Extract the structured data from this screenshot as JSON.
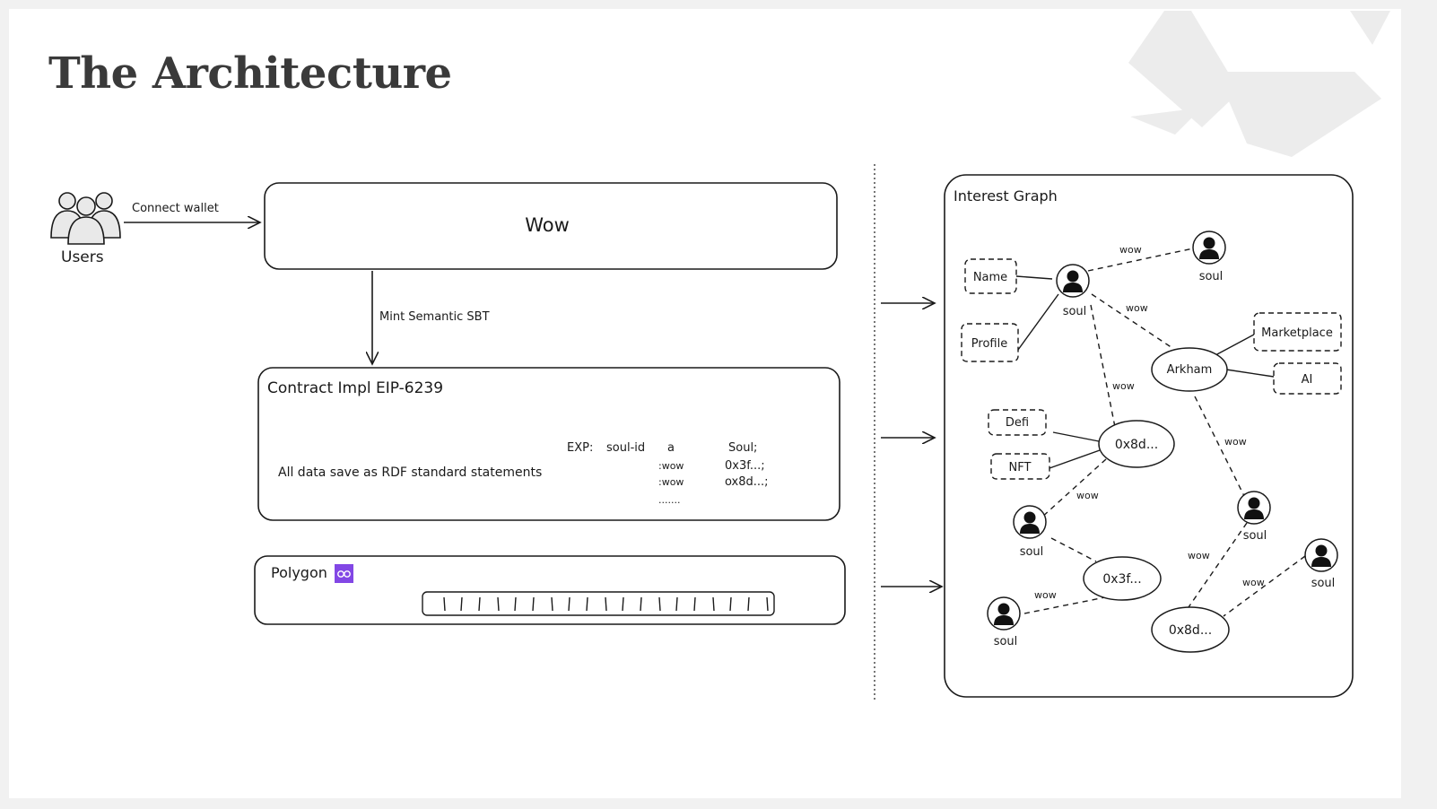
{
  "slide": {
    "title": "The Architecture"
  },
  "users": {
    "label": "Users"
  },
  "connect_wallet": "Connect wallet",
  "wow_box": {
    "label": "Wow"
  },
  "mint_label": "Mint Semantic SBT",
  "contract": {
    "title": "Contract Impl EIP-6239",
    "statement": "All data save as RDF standard statements",
    "exp": {
      "prefix": "EXP:",
      "rows": [
        [
          "soul-id",
          "a",
          "Soul;"
        ],
        [
          "",
          ":wow",
          "0x3f...;"
        ],
        [
          "",
          ":wow",
          "ox8d...;"
        ],
        [
          "",
          ".......",
          ""
        ]
      ]
    }
  },
  "polygon": {
    "label": "Polygon",
    "icon": "polygon-logo-icon",
    "color": "#8247e5"
  },
  "graph": {
    "title": "Interest Graph",
    "tags": [
      "Name",
      "Profile",
      "Marketplace",
      "AI",
      "Defi",
      "NFT"
    ],
    "nodes": [
      "0x8d...",
      "0x3f...",
      "0x8d...",
      "Arkham"
    ],
    "soul_label": "soul",
    "edge_label": "wow"
  }
}
